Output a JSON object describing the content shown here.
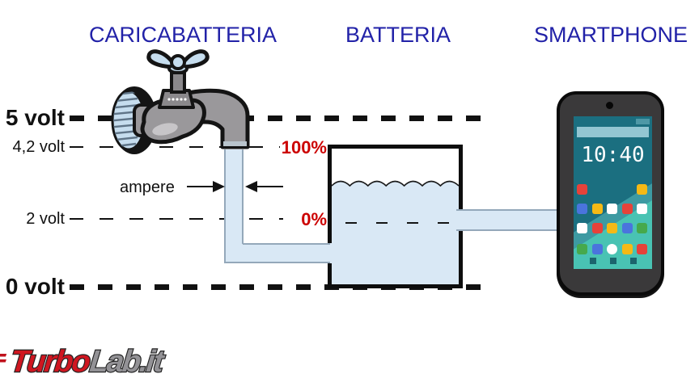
{
  "titles": {
    "charger": "CARICABATTERIA",
    "battery": "BATTERIA",
    "smartphone": "SMARTPHONE"
  },
  "axis": {
    "v5": "5 volt",
    "v42": "4,2 volt",
    "v2": "2 volt",
    "v0": "0 volt",
    "pct_full": "100%",
    "pct_empty": "0%",
    "current": "ampere"
  },
  "phone": {
    "clock": "10:40",
    "app_grid": [
      [
        "red",
        "",
        "",
        "",
        "yellow"
      ],
      [
        "blue",
        "yellow",
        "white",
        "red",
        "white"
      ],
      [
        "white",
        "red",
        "yellow",
        "blue",
        "green"
      ],
      [
        "green",
        "blue",
        "white_circle",
        "yellow",
        "red"
      ]
    ],
    "nav_icons": [
      "back",
      "home",
      "recent"
    ]
  },
  "logo": {
    "part1": "Turbo",
    "part2": "Lab.it"
  },
  "colors": {
    "title_blue": "#2222a8",
    "label_red": "#cc0000",
    "line_black": "#111111",
    "water": "#d9e8f5",
    "pipe_border": "#94a8ba",
    "faucet_gray": "#9a989b",
    "faucet_blue": "#c6ddee",
    "screen_dark": "#1b6f80",
    "screen_mid": "#3d9aa2",
    "screen_light": "#49c3b3",
    "icon_red": "#e6423a",
    "icon_yellow": "#f5b915",
    "icon_blue": "#4a74dd",
    "icon_white": "#ffffff",
    "icon_green": "#46a94c",
    "logo_red": "#cf1620",
    "logo_gray": "#939296"
  }
}
